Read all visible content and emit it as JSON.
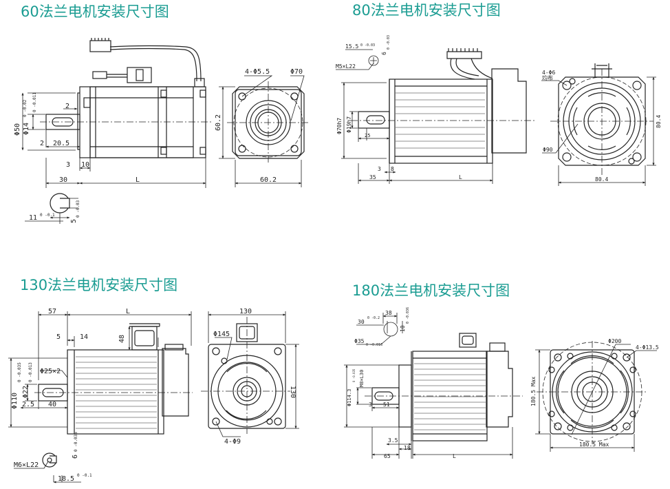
{
  "titles": {
    "m60": "60法兰电机安装尺寸图",
    "m80": "80法兰电机安装尺寸图",
    "m130": "130法兰电机安装尺寸图",
    "m180": "180法兰电机安装尺寸图"
  },
  "m60": {
    "shaft_dia": "Φ14",
    "shaft_tol": "0 -0.011",
    "spigot_dia": "Φ50",
    "spigot_tol": "0 -0.02",
    "d_2a": "2",
    "d_2b": "2",
    "d_20_5": "20.5",
    "d_3": "3",
    "d_10": "10",
    "d_30": "30",
    "d_L": "L",
    "holes": "4-Φ5.5",
    "pcd": "Φ70",
    "height": "60.2",
    "width": "60.2",
    "key_w": "5",
    "key_w_tol": "0 -0.03",
    "key_h": "11",
    "key_h_tol": "0 -0.1"
  },
  "m80": {
    "key_h": "15.5",
    "key_h_tol": "0 -0.03",
    "key_w": "6",
    "key_w_tol": "0 -0.03",
    "thread": "M5×L22",
    "spigot": "Φ70h7",
    "shaft": "Φ19h7",
    "d_25": "25",
    "d_3": "3",
    "d_8": "8",
    "d_35": "35",
    "d_L": "L",
    "holes_a": "4-Φ6",
    "holes_b": "均布",
    "pcd": "Φ90",
    "height": "80.4",
    "width": "80.4"
  },
  "m130": {
    "d_57": "57",
    "d_L": "L",
    "d_5": "5",
    "d_14": "14",
    "d_48": "48",
    "shaft_x": "Φ25×2",
    "spigot": "Φ110",
    "spigot_tol": "0 -0.035",
    "shaft": "Φ22",
    "shaft_tol": "0 -0.013",
    "d_2_5": "2.5",
    "d_40": "40",
    "width": "130",
    "pcd": "Φ145",
    "height": "130",
    "holes": "4-Φ9",
    "key_w": "6",
    "key_w_tol": "0 -0.036",
    "thread": "M6×L22",
    "key_h": "18.5",
    "key_h_tol": "0 -0.1"
  },
  "m180": {
    "d_38": "38",
    "key_h": "30",
    "key_h_tol": "0 -0.2",
    "key_w": "10",
    "key_w_tol": "0 -0.036",
    "shaft": "Φ35",
    "shaft_tol": "0 -0.016",
    "thread": "M8×L30",
    "spigot": "Φ114.3",
    "spigot_tol": "0 -0.035",
    "d_3": "3",
    "d_51": "51",
    "d_3_5": "3.5",
    "d_18": "18",
    "d_65": "65",
    "d_L": "L",
    "pcd": "Φ200",
    "holes": "4-Φ13.5",
    "height": "180.5 Max",
    "width": "180.5 Max"
  }
}
